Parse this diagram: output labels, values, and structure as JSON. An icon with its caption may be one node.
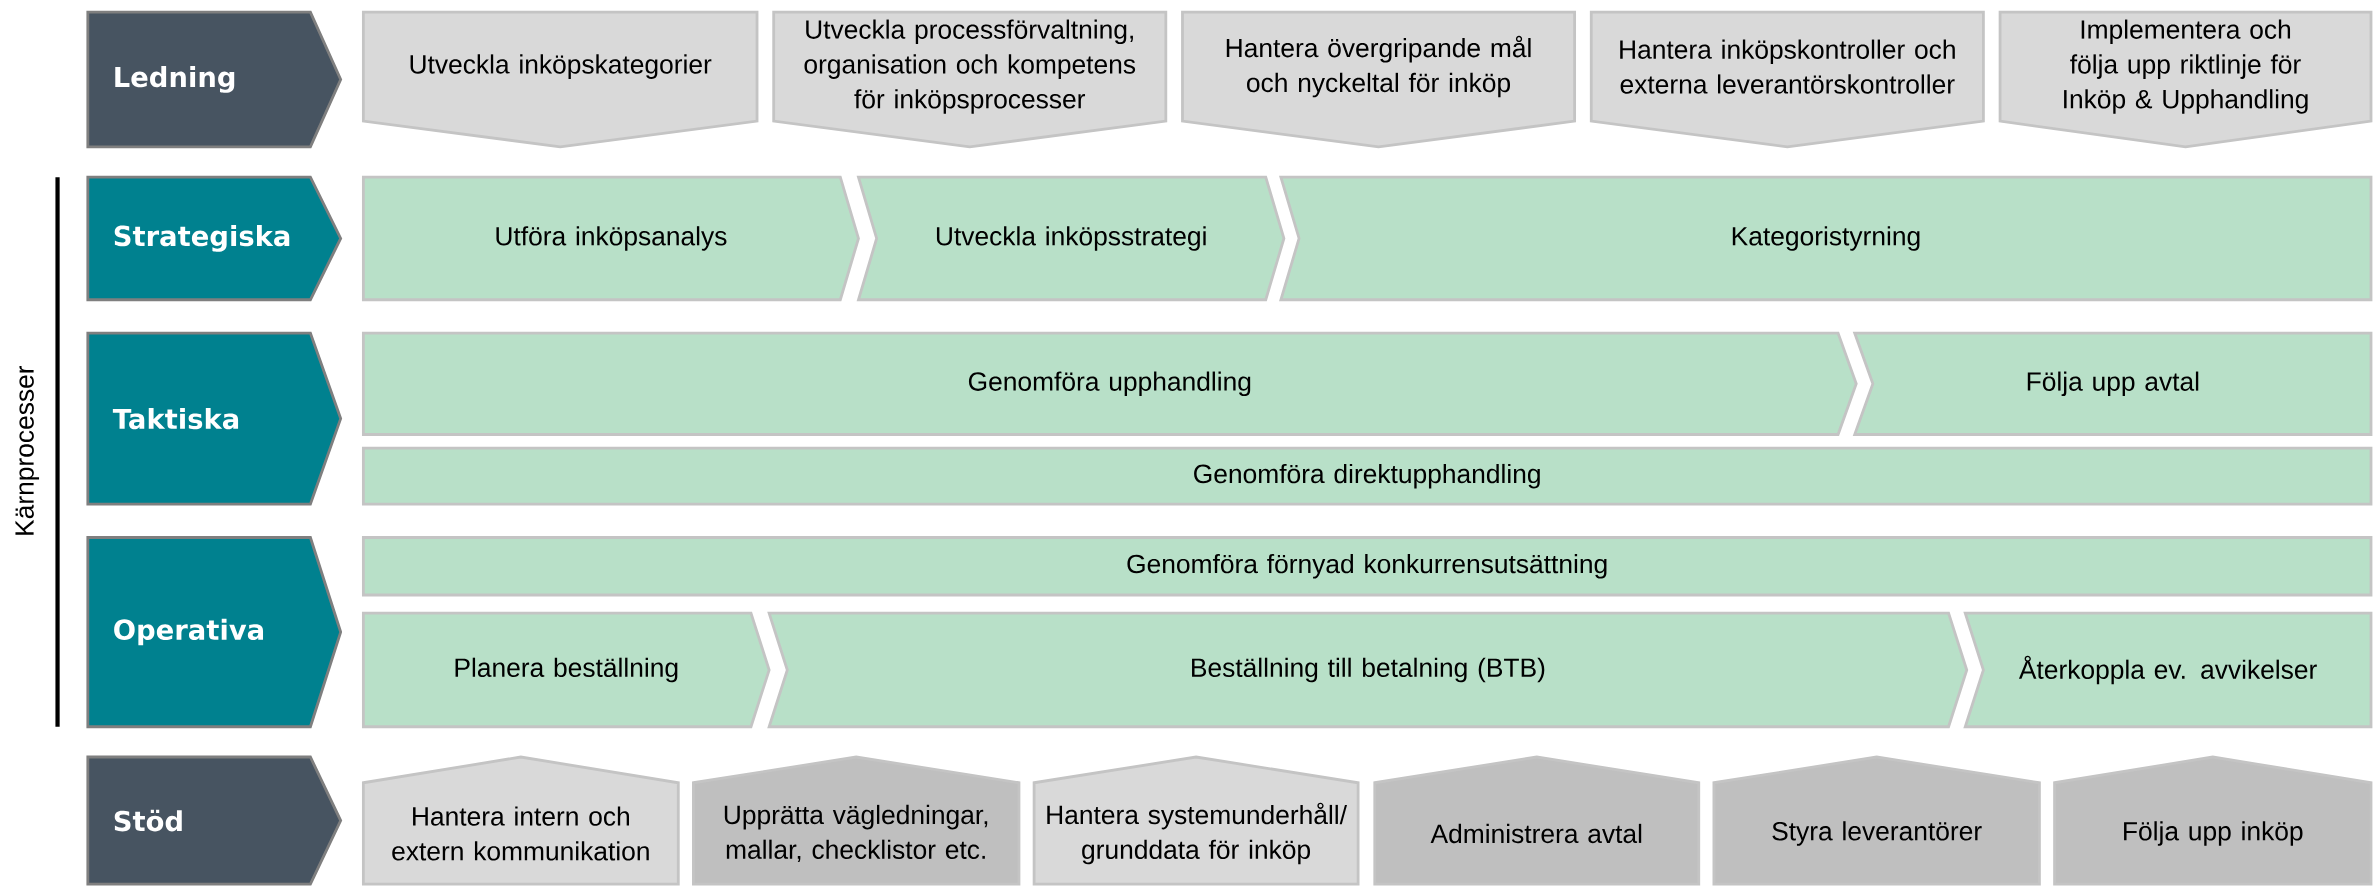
{
  "diagram": {
    "nodes": [
      {
        "text": [
          "Ledning"
        ]
      },
      {
        "text": [
          "Utveckla inköpskategorier"
        ]
      },
      {
        "text": [
          "Utveckla processförvaltning, organisation och kompetens för inköpsprocesser"
        ]
      },
      {
        "text": [
          "Hantera övergripande mål och nyckeltal för inköp"
        ]
      },
      {
        "text": [
          "Hantera inköpskontroller och externa leverantörskontroller"
        ]
      },
      {
        "text": [
          "Implementera och följa upp riktlinje för Inköp & Upphandling"
        ]
      },
      {
        "text": [
          "Strategiska"
        ]
      },
      {
        "text": [
          "Utföra inköpsanalys"
        ]
      },
      {
        "text": [
          "Utveckla inköpsstrategi"
        ]
      },
      {
        "text": [
          "Kategoristyrning"
        ]
      },
      {
        "text": [
          "Taktiska"
        ]
      },
      {
        "text": [
          "Genomföra upphandling"
        ]
      },
      {
        "text": [
          "Följa upp avtal"
        ]
      },
      {
        "text": [
          "Genomföra direktupphandling"
        ]
      },
      {
        "text": [
          "Operativa"
        ]
      },
      {
        "text": [
          "Genomföra förnyad konkurrensutsättning"
        ]
      },
      {
        "text": [
          "Planera beställning"
        ]
      },
      {
        "text": [
          "Beställning till betalning (BTB)"
        ]
      },
      {
        "text": [
          "Återkoppla ev. avvikelser"
        ]
      },
      {
        "text": [
          "Stöd"
        ]
      },
      {
        "text": [
          "Hantera intern och extern kommunikation"
        ]
      },
      {
        "text": [
          "Upprätta vägledningar, mallar, checklistor etc."
        ]
      },
      {
        "text": [
          "Hantera systemunderhåll/ grunddata för inköp"
        ]
      },
      {
        "text": [
          "Administrera avtal"
        ]
      },
      {
        "text": [
          "Styra leverantörer"
        ]
      },
      {
        "text": [
          "Följa upp inköp"
        ]
      }
    ],
    "labels": [
      "Kärnprocesser"
    ]
  }
}
